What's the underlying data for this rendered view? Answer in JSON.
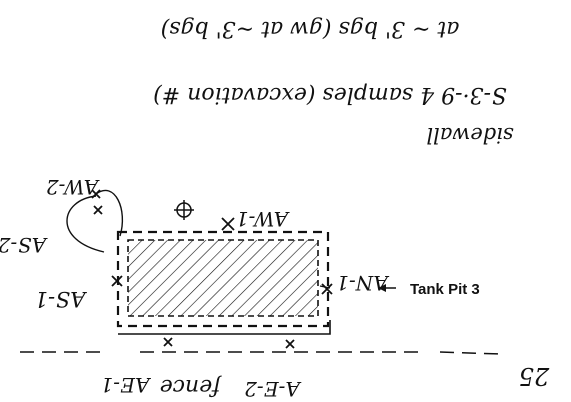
{
  "notes": {
    "line1": "S-3·-9 4 samples (excavation #)",
    "line2": "at ~ 3' bgs (gw at ~3' bgs)",
    "line3": "sidewall"
  },
  "labels": {
    "aw2": "AW-2",
    "aw1": "AW-1",
    "as2": "AS-2",
    "as1": "AS-1",
    "an1": "AN-1",
    "tank_pit": "Tank Pit 3",
    "ae1": "AE-1",
    "fence": "fence",
    "ae2": "A-E-2",
    "margin_mark": "25"
  },
  "colors": {
    "ink": "#111111",
    "background": "#ffffff"
  }
}
